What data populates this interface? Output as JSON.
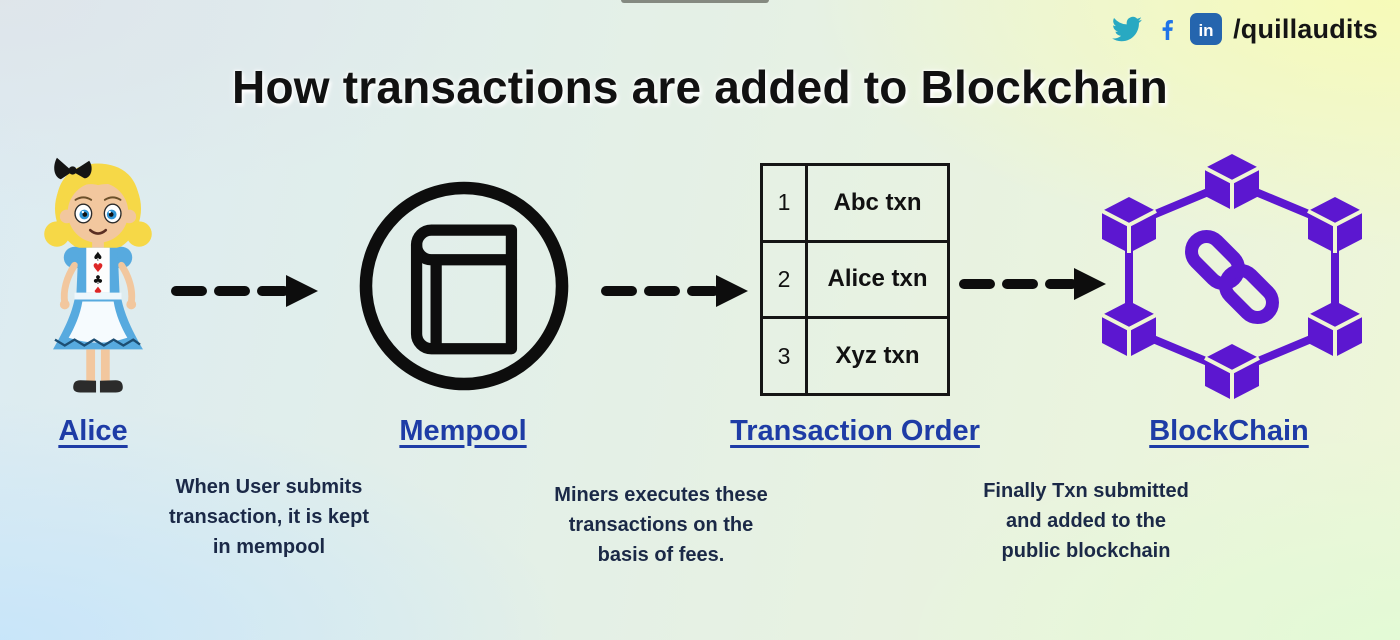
{
  "brand": {
    "handle": "/quillaudits",
    "linkedin_glyph": "in"
  },
  "header": {
    "title": "How transactions are added to Blockchain"
  },
  "steps": [
    {
      "id": "alice",
      "label": "Alice"
    },
    {
      "id": "mempool",
      "label": "Mempool"
    },
    {
      "id": "transaction-order",
      "label": "Transaction Order"
    },
    {
      "id": "blockchain",
      "label": "BlockChain"
    }
  ],
  "transaction_table": {
    "rows": [
      {
        "order": "1",
        "txn": "Abc txn"
      },
      {
        "order": "2",
        "txn": "Alice txn"
      },
      {
        "order": "3",
        "txn": "Xyz txn"
      }
    ]
  },
  "captions": [
    {
      "lines": [
        "When User submits",
        "transaction, it is kept",
        "in mempool"
      ]
    },
    {
      "lines": [
        "Miners executes these",
        "transactions on the",
        "basis of fees."
      ]
    },
    {
      "lines": [
        "Finally Txn submitted",
        "and added to the",
        "public blockchain"
      ]
    }
  ],
  "alice": {
    "suits": [
      "♠",
      "♥",
      "♣",
      "♦"
    ]
  },
  "colors": {
    "label_blue": "#1e3ca6",
    "caption_navy": "#1b2947",
    "cube_purple": "#5c17d0",
    "arrow_black": "#0d0d0d",
    "twitter_teal": "#28a9c2",
    "facebook_blue": "#1f74e8",
    "linkedin_blue": "#2565ae",
    "heart_red": "#dd2626"
  }
}
